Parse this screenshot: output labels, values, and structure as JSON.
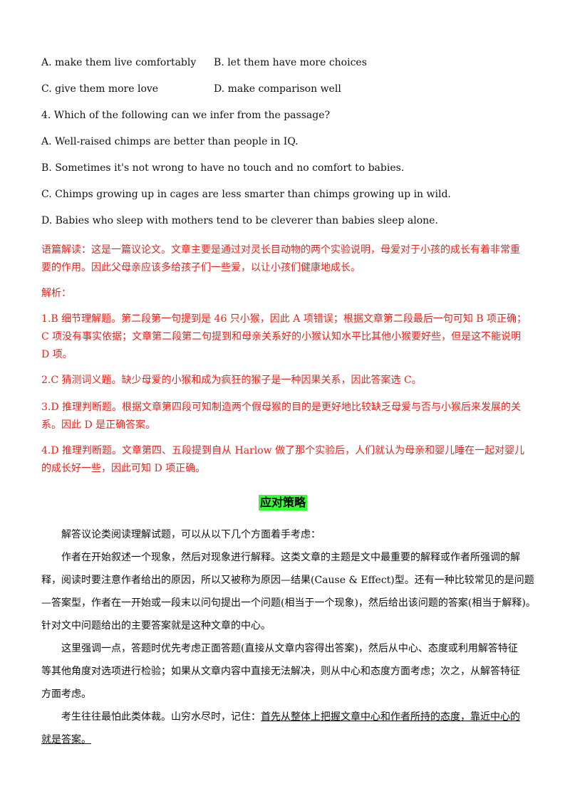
{
  "q3_options": {
    "a": "A.  make them live comfortably",
    "b": "B.  let them have more choices",
    "c": "C.  give them more love",
    "d": "D.  make comparison well"
  },
  "q4": {
    "stem": "4.  Which of the following can we infer from the passage?",
    "a": "A.  Well-raised  chimps are better than people in IQ.",
    "b": "B.  Sometimes it's not wrong to have no touch and no comfort to babies.",
    "c": "C.  Chimps growing up in cages are less smarter than chimps growing up in wild.",
    "d": "D.  Babies who sleep with mothers tend to be cleverer than babies sleep alone."
  },
  "analysis": {
    "intro_l1": "语篇解读：这是一篇议论文。文章主要是通过对灵长目动物的两个实验说明，母爱对于小孩的成长有着非常重",
    "intro_l2": "要的作用。因此父母亲应该多给孩子们一些爱，以让小孩们健康地成长。",
    "label": "解析：",
    "a1_l1": "1.B    细节理解题。第二段第一句提到是 46 只小猴，因此 A 项错误；根据文章第二段最后一句可知 B 项正确；",
    "a1_l2": "C 项没有事实依据；文章第二段第二句提到和母亲关系好的小猴认知水平比其他小猴要好些，但是这不能说明",
    "a1_l3": "D 项。",
    "a2": "2.C    猜测词义题。缺少母爱的小猴和成为疯狂的猴子是一种因果关系，因此答案选 C。",
    "a3_l1": "3.D    推理判断题。根据文章第四段可知制造两个假母猴的目的是更好地比较缺乏母爱与否与小猴后来发展的关",
    "a3_l2": "系。因此 D 是正确答案。",
    "a4_l1": "4.D    推理判断题。文章第四、五段提到自从 Harlow 做了那个实验后，人们就认为母亲和婴儿睡在一起对婴儿",
    "a4_l2": "的成长好一些，因此可知 D 项正确。"
  },
  "strategy": {
    "title": "应对策略",
    "p1": "解答议论类阅读理解试题，可以从以下几个方面着手考虑：",
    "p2_l1": "作者在开始叙述一个现象，然后对现象进行解释。这类文章的主题是文中最重要的解释或作者所强调的解",
    "p2_l2": "释，阅读时要注意作者给出的原因，所以又被称为原因—结果(Cause & Effect)型。还有一种比较常见的是问题",
    "p2_l3": "—答案型，作者在一开始或一段末以问句提出一个问题(相当于一个现象)，然后给出该问题的答案(相当于解释)。",
    "p2_l4": "针对文中问题给出的主要答案就是这种文章的中心。",
    "p3_l1": "这里强调一点，答题时优先考虑正面答题(直接从文章内容得出答案)，然后从中心、态度或利用解答特征",
    "p3_l2": "等其他角度对选项进行检验；如果从文章内容中直接无法解决，则从中心和态度方面考虑；次之，从解答特征",
    "p3_l3": "方面考虑。",
    "p4_pre": "考生往往最怕此类体裁。山穷水尽时，记住：",
    "p4_u1": "首先从整体上把握文章中心和作者所持的态度，靠近中心的",
    "p4_u2": "就是答案。"
  }
}
